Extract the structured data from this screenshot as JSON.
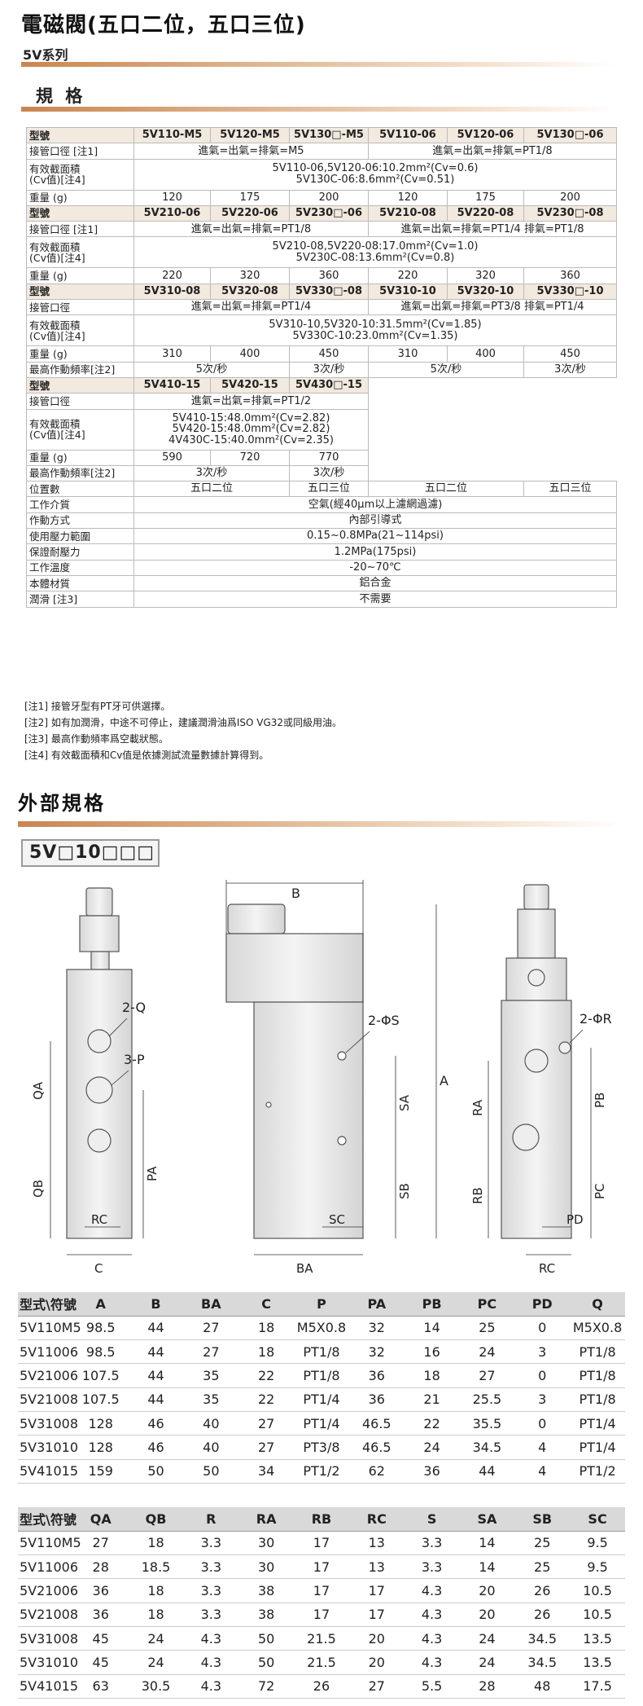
{
  "title": "電磁閥(五口二位，五口三位)",
  "series": "5V系列",
  "spec_heading": "規 格",
  "spec": {
    "row_labels": {
      "model": "型號",
      "port": "接管口徑 [注1]",
      "port_plain": "接管口徑",
      "area1": "有效截面積",
      "area2": "(Cv值)[注4]",
      "weight": "重量 (g)",
      "freq": "最高作動頻率[注2]"
    },
    "g1": {
      "models": [
        "5V110-M5",
        "5V120-M5",
        "5V130□-M5",
        "5V110-06",
        "5V120-06",
        "5V130□-06"
      ],
      "port": [
        "進氣=出氣=排氣=M5",
        "進氣=出氣=排氣=PT1/8"
      ],
      "area": [
        "5V110-06,5V120-06:10.2mm²(Cv=0.6)",
        "5V130C-06:8.6mm²(Cv=0.51)"
      ],
      "weights": [
        "120",
        "175",
        "200",
        "120",
        "175",
        "200"
      ]
    },
    "g2": {
      "models": [
        "5V210-06",
        "5V220-06",
        "5V230□-06",
        "5V210-08",
        "5V220-08",
        "5V230□-08"
      ],
      "port": [
        "進氣=出氣=排氣=PT1/8",
        "進氣=出氣=排氣=PT1/4 排氣=PT1/8"
      ],
      "area": [
        "5V210-08,5V220-08:17.0mm²(Cv=1.0)",
        "5V230C-08:13.6mm²(Cv=0.8)"
      ],
      "weights": [
        "220",
        "320",
        "360",
        "220",
        "320",
        "360"
      ]
    },
    "g3": {
      "models": [
        "5V310-08",
        "5V320-08",
        "5V330□-08",
        "5V310-10",
        "5V320-10",
        "5V330□-10"
      ],
      "port": [
        "進氣=出氣=排氣=PT1/4",
        "進氣=出氣=排氣=PT3/8 排氣=PT1/4"
      ],
      "area": [
        "5V310-10,5V320-10:31.5mm²(Cv=1.85)",
        "5V330C-10:23.0mm²(Cv=1.35)"
      ],
      "weights": [
        "310",
        "400",
        "450",
        "310",
        "400",
        "450"
      ],
      "freq": [
        "5次/秒",
        "3次/秒",
        "5次/秒",
        "3次/秒"
      ]
    },
    "g4": {
      "models": [
        "5V410-15",
        "5V420-15",
        "5V430□-15"
      ],
      "port": "進氣=出氣=排氣=PT1/2",
      "area": [
        "5V410-15:48.0mm²(Cv=2.82)",
        "5V420-15:48.0mm²(Cv=2.82)",
        "4V430C-15:40.0mm²(Cv=2.35)"
      ],
      "weights": [
        "590",
        "720",
        "770"
      ],
      "freq": [
        "3次/秒",
        "3次/秒"
      ]
    },
    "common": {
      "position_label": "位置數",
      "positions": [
        "五口二位",
        "五口三位",
        "五口二位",
        "五口三位"
      ],
      "medium_label": "工作介質",
      "medium": "空氣(經40μm以上濾網過濾)",
      "action_label": "作動方式",
      "action": "內部引導式",
      "pressure_label": "使用壓力範圍",
      "pressure": "0.15~0.8MPa(21~114psi)",
      "proof_label": "保證耐壓力",
      "proof": "1.2MPa(175psi)",
      "temp_label": "工作溫度",
      "temp": "-20~70℃",
      "material_label": "本體材質",
      "material": "鋁合金",
      "lube_label": "潤滑 [注3]",
      "lube": "不需要"
    }
  },
  "notes": [
    "[注1] 接管牙型有PT牙可供選擇。",
    "[注2] 如有加潤滑，中途不可停止，建議潤滑油爲ISO VG32或同級用油。",
    "[注3] 最高作動頻率爲空載狀態。",
    "[注4] 有效截面積和Cv值是依據測試流量數據計算得到。"
  ],
  "external_heading": "外部規格",
  "model_code": "5V□10□□□",
  "drawing_labels": {
    "B": "B",
    "A": "A",
    "Q": "2-Q",
    "P": "3-P",
    "S": "2-ΦS",
    "R": "2-ΦR",
    "QA": "QA",
    "QB": "QB",
    "PA": "PA",
    "RC": "RC",
    "C": "C",
    "SA": "SA",
    "SB": "SB",
    "SC": "SC",
    "BA": "BA",
    "RA": "RA",
    "RB": "RB",
    "PB": "PB",
    "PC": "PC",
    "PD": "PD"
  },
  "dim_table1": {
    "headers": [
      "型式\\符號",
      "A",
      "B",
      "BA",
      "C",
      "P",
      "PA",
      "PB",
      "PC",
      "PD",
      "Q"
    ],
    "rows": [
      [
        "5V110M5",
        "98.5",
        "44",
        "27",
        "18",
        "M5X0.8",
        "32",
        "14",
        "25",
        "0",
        "M5X0.8"
      ],
      [
        "5V11006",
        "98.5",
        "44",
        "27",
        "18",
        "PT1/8",
        "32",
        "16",
        "24",
        "3",
        "PT1/8"
      ],
      [
        "5V21006",
        "107.5",
        "44",
        "35",
        "22",
        "PT1/8",
        "36",
        "18",
        "27",
        "0",
        "PT1/8"
      ],
      [
        "5V21008",
        "107.5",
        "44",
        "35",
        "22",
        "PT1/4",
        "36",
        "21",
        "25.5",
        "3",
        "PT1/8"
      ],
      [
        "5V31008",
        "128",
        "46",
        "40",
        "27",
        "PT1/4",
        "46.5",
        "22",
        "35.5",
        "0",
        "PT1/4"
      ],
      [
        "5V31010",
        "128",
        "46",
        "40",
        "27",
        "PT3/8",
        "46.5",
        "24",
        "34.5",
        "4",
        "PT1/4"
      ],
      [
        "5V41015",
        "159",
        "50",
        "50",
        "34",
        "PT1/2",
        "62",
        "36",
        "44",
        "4",
        "PT1/2"
      ]
    ]
  },
  "dim_table2": {
    "headers": [
      "型式\\符號",
      "QA",
      "QB",
      "R",
      "RA",
      "RB",
      "RC",
      "S",
      "SA",
      "SB",
      "SC"
    ],
    "rows": [
      [
        "5V110M5",
        "27",
        "18",
        "3.3",
        "30",
        "17",
        "13",
        "3.3",
        "14",
        "25",
        "9.5"
      ],
      [
        "5V11006",
        "28",
        "18.5",
        "3.3",
        "30",
        "17",
        "13",
        "3.3",
        "14",
        "25",
        "9.5"
      ],
      [
        "5V21006",
        "36",
        "18",
        "3.3",
        "38",
        "17",
        "17",
        "4.3",
        "20",
        "26",
        "10.5"
      ],
      [
        "5V21008",
        "36",
        "18",
        "3.3",
        "38",
        "17",
        "17",
        "4.3",
        "20",
        "26",
        "10.5"
      ],
      [
        "5V31008",
        "45",
        "24",
        "4.3",
        "50",
        "21.5",
        "20",
        "4.3",
        "24",
        "34.5",
        "13.5"
      ],
      [
        "5V31010",
        "45",
        "24",
        "4.3",
        "50",
        "21.5",
        "20",
        "4.3",
        "24",
        "34.5",
        "13.5"
      ],
      [
        "5V41015",
        "63",
        "30.5",
        "4.3",
        "72",
        "26",
        "27",
        "5.5",
        "28",
        "48",
        "17.5"
      ]
    ]
  }
}
